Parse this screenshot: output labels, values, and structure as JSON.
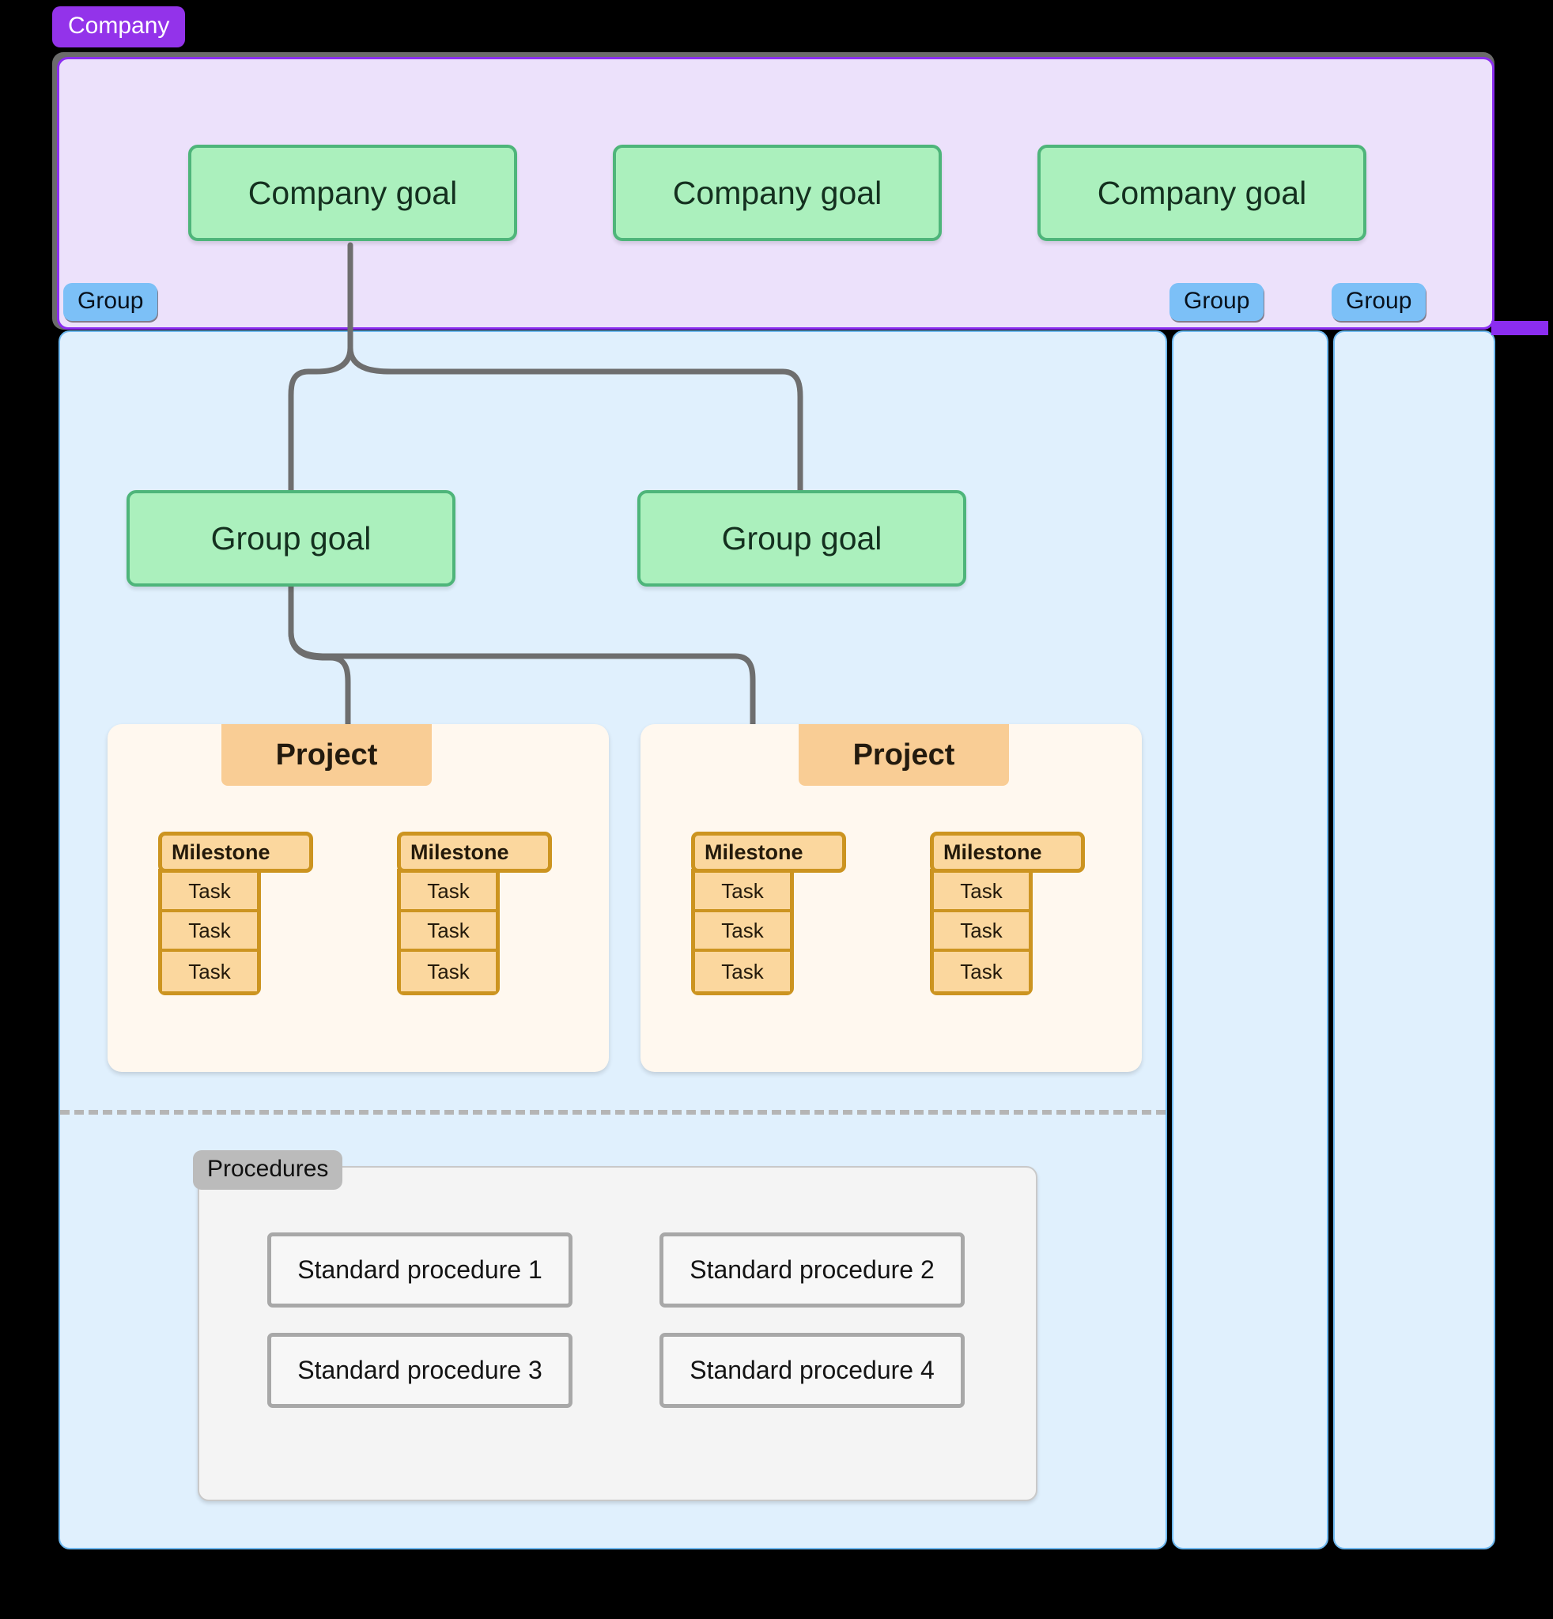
{
  "colors": {
    "company_accent": "#9333ea",
    "company_band_bg": "#ece1fb",
    "group_accent": "#7cc0f7",
    "group_band_bg": "#e0f0fd",
    "goal_bg": "#abf0bd",
    "goal_border": "#4eb57a",
    "project_bg": "#fff8ef",
    "project_header_bg": "#f9cd95",
    "milestone_bg": "#fbd79e",
    "milestone_border": "#cc9420",
    "procedures_bg": "#f4f4f4",
    "procedures_tag_bg": "#bbbbbb",
    "connector": "#6e6e6e"
  },
  "company": {
    "tag_label": "Company",
    "goals": [
      {
        "label": "Company goal"
      },
      {
        "label": "Company goal"
      },
      {
        "label": "Company goal"
      }
    ]
  },
  "groups": [
    {
      "tag_label": "Group"
    },
    {
      "tag_label": "Group"
    },
    {
      "tag_label": "Group"
    }
  ],
  "group_goals": [
    {
      "label": "Group goal"
    },
    {
      "label": "Group goal"
    }
  ],
  "projects": [
    {
      "title": "Project",
      "milestones": [
        {
          "label": "Milestone",
          "tasks": [
            {
              "label": "Task"
            },
            {
              "label": "Task"
            },
            {
              "label": "Task"
            }
          ]
        },
        {
          "label": "Milestone",
          "tasks": [
            {
              "label": "Task"
            },
            {
              "label": "Task"
            },
            {
              "label": "Task"
            }
          ]
        }
      ]
    },
    {
      "title": "Project",
      "milestones": [
        {
          "label": "Milestone",
          "tasks": [
            {
              "label": "Task"
            },
            {
              "label": "Task"
            },
            {
              "label": "Task"
            }
          ]
        },
        {
          "label": "Milestone",
          "tasks": [
            {
              "label": "Task"
            },
            {
              "label": "Task"
            },
            {
              "label": "Task"
            }
          ]
        }
      ]
    }
  ],
  "procedures": {
    "tag_label": "Procedures",
    "items": [
      {
        "label": "Standard procedure 1"
      },
      {
        "label": "Standard procedure 2"
      },
      {
        "label": "Standard procedure 3"
      },
      {
        "label": "Standard procedure 4"
      }
    ]
  }
}
